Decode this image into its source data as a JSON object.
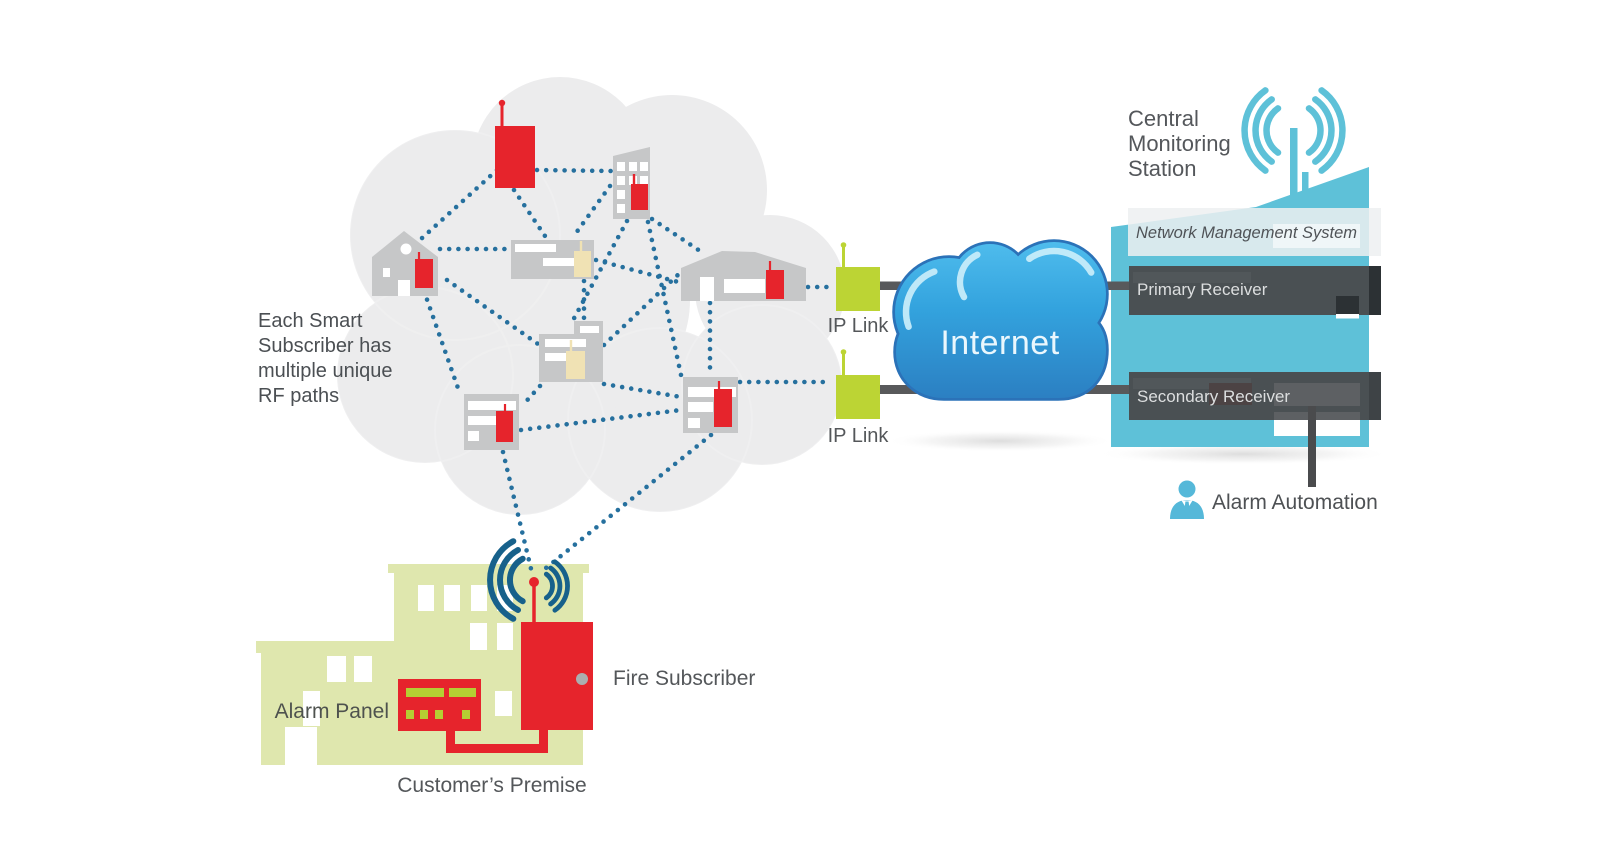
{
  "diagram": {
    "type": "network-architecture",
    "description": "Fire alarm RF mesh network: smart subscribers form a meshed cloud with multiple unique RF paths feeding two IP Links, which connect through the Internet to primary and secondary receivers at a central monitoring station; a fire subscriber at the customer's premise is wired to the alarm panel.",
    "note": "Each Smart\nSubscriber has\nmultiple unique\nRF paths",
    "mesh_cloud": {
      "subscriber_nodes": 8,
      "node_types": [
        "transmitter-box",
        "tall-building",
        "house",
        "office-building",
        "warehouse"
      ],
      "rf_paths": 21
    },
    "ip_links": [
      {
        "label": "IP Link"
      },
      {
        "label": "IP Link"
      }
    ],
    "internet": {
      "label": "Internet"
    },
    "central_monitoring_station": {
      "title": "Central\nMonitoring\nStation",
      "network_management_system": "Network Management System",
      "receivers": [
        {
          "label": "Primary Receiver"
        },
        {
          "label": "Secondary Receiver"
        }
      ],
      "alarm_automation": "Alarm Automation"
    },
    "customer_premise": {
      "label": "Customer’s Premise",
      "alarm_panel": "Alarm Panel",
      "fire_subscriber": "Fire Subscriber"
    }
  },
  "colors": {
    "background": "#ffffff",
    "mesh_cloud_gray": "#ececed",
    "building_gray": "#c6c7c8",
    "subscriber_red": "#e6242c",
    "subscriber_cream": "#f0e2b4",
    "ip_link_lime": "#bcd434",
    "rf_dot_blue": "#26709e",
    "wifi_teal_dark": "#17618b",
    "internet_blue_top": "#53c0ef",
    "internet_blue_bottom": "#2b7ec1",
    "cms_cyan": "#5ec1d8",
    "receiver_slate": "#4a5053",
    "connector_gray": "#58595b",
    "premise_green": "#dfe7ae",
    "text_gray": "#54575a"
  }
}
